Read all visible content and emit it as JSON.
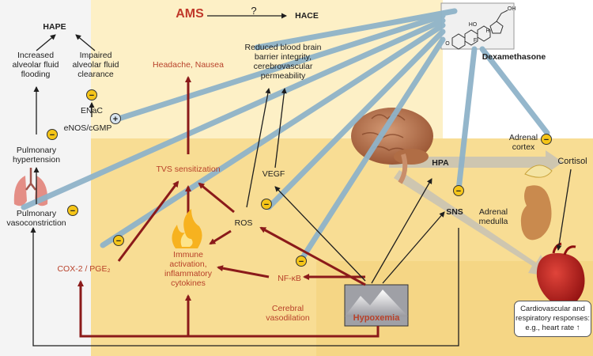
{
  "labels": {
    "hape": "HAPE",
    "increased_flooding_1": "Increased",
    "increased_flooding_2": "alveolar fluid",
    "increased_flooding_3": "flooding",
    "impaired_clearance_1": "Impaired",
    "impaired_clearance_2": "alveolar fluid",
    "impaired_clearance_3": "clearance",
    "enac": "ENaC",
    "enos": "eNOS/cGMP",
    "pulmonary_hypertension_1": "Pulmonary",
    "pulmonary_hypertension_2": "hypertension",
    "pulmonary_vasoconstriction_1": "Pulmonary",
    "pulmonary_vasoconstriction_2": "vasoconstriction",
    "cox2": "COX-2 / PGE₂",
    "ams": "AMS",
    "question": "?",
    "hace": "HACE",
    "headache": "Headache, Nausea",
    "bbb_1": "Reduced blood brain",
    "bbb_2": "barrier integrity,",
    "bbb_3": "cerebrovascular",
    "bbb_4": "permeability",
    "tvs": "TVS sensitization",
    "vegf": "VEGF",
    "ros": "ROS",
    "immune_1": "Immune",
    "immune_2": "activation,",
    "immune_3": "inflammatory",
    "immune_4": "cytokines",
    "nfkb": "NF-κB",
    "cerebral_1": "Cerebral",
    "cerebral_2": "vasodilation",
    "hypoxemia": "Hypoxemia",
    "dexamethasone": "Dexamethasone",
    "hpa": "HPA",
    "sns": "SNS",
    "adrenal_cortex_1": "Adrenal",
    "adrenal_cortex_2": "cortex",
    "adrenal_medulla_1": "Adrenal",
    "adrenal_medulla_2": "medulla",
    "cortisol": "Cortisol",
    "cardio_1": "Cardiovascular and",
    "cardio_2": "respiratory responses:",
    "cardio_3": "e.g., heart rate ↑",
    "mol_ho": "HO",
    "mol_oh": "OH",
    "mol_f": "F",
    "mol_o": "O",
    "mol_h": "H"
  },
  "symbols": {
    "minus": "−",
    "plus": "+"
  },
  "colors": {
    "red_arrow": "#8b1a1a",
    "blue_arrow": "#8fb3c9",
    "yellow_bg": "#fbe9b3",
    "yellow_bg2": "#f6d98a",
    "badge": "#f5c518"
  }
}
